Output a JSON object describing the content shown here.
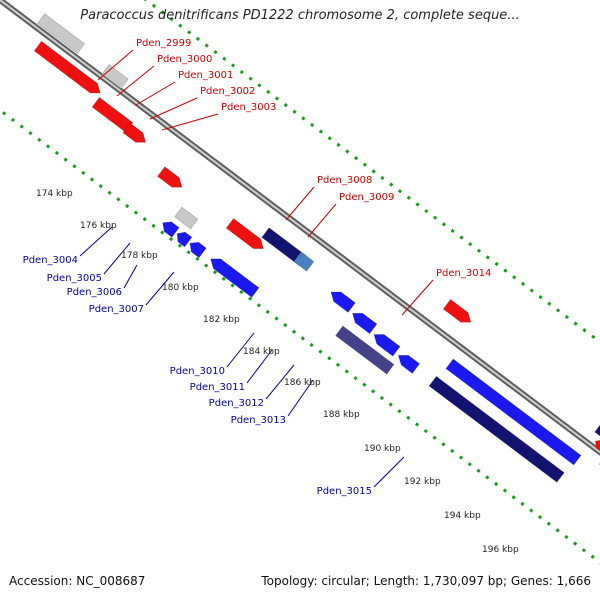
{
  "title": "Paracoccus denitrificans PD1222 chromosome 2, complete seque...",
  "footer": {
    "accession": "Accession: NC_008687",
    "topology": "Topology: circular; Length: 1,730,097 bp; Genes: 1,666"
  },
  "colors": {
    "forward_gene": "#ee1111",
    "reverse_gene": "#1a1aee",
    "dark_gene": "#131370",
    "grey_gene": "#c8c8c8",
    "teal_gene": "#2fe6a6",
    "steel_gene": "#4a82c0",
    "purple_gene": "#46428a",
    "forward_label": "#cc0000",
    "reverse_label": "#0000aa",
    "backbone": "#888888",
    "tick_dots": "#1a9a1a"
  },
  "scale_labels": [
    "174 kbp",
    "176 kbp",
    "178 kbp",
    "180 kbp",
    "182 kbp",
    "184 kbp",
    "186 kbp",
    "188 kbp",
    "190 kbp",
    "192 kbp",
    "194 kbp",
    "196 kbp"
  ],
  "gene_labels": [
    {
      "text": "Pden_2999",
      "strand": "forward"
    },
    {
      "text": "Pden_3000",
      "strand": "forward"
    },
    {
      "text": "Pden_3001",
      "strand": "forward"
    },
    {
      "text": "Pden_3002",
      "strand": "forward"
    },
    {
      "text": "Pden_3003",
      "strand": "forward"
    },
    {
      "text": "Pden_3008",
      "strand": "forward"
    },
    {
      "text": "Pden_3009",
      "strand": "forward"
    },
    {
      "text": "Pden_3014",
      "strand": "forward"
    },
    {
      "text": "Pden_3004",
      "strand": "reverse"
    },
    {
      "text": "Pden_3005",
      "strand": "reverse"
    },
    {
      "text": "Pden_3006",
      "strand": "reverse"
    },
    {
      "text": "Pden_3007",
      "strand": "reverse"
    },
    {
      "text": "Pden_3010",
      "strand": "reverse"
    },
    {
      "text": "Pden_3011",
      "strand": "reverse"
    },
    {
      "text": "Pden_3012",
      "strand": "reverse"
    },
    {
      "text": "Pden_3013",
      "strand": "reverse"
    },
    {
      "text": "Pden_3015",
      "strand": "reverse"
    }
  ]
}
